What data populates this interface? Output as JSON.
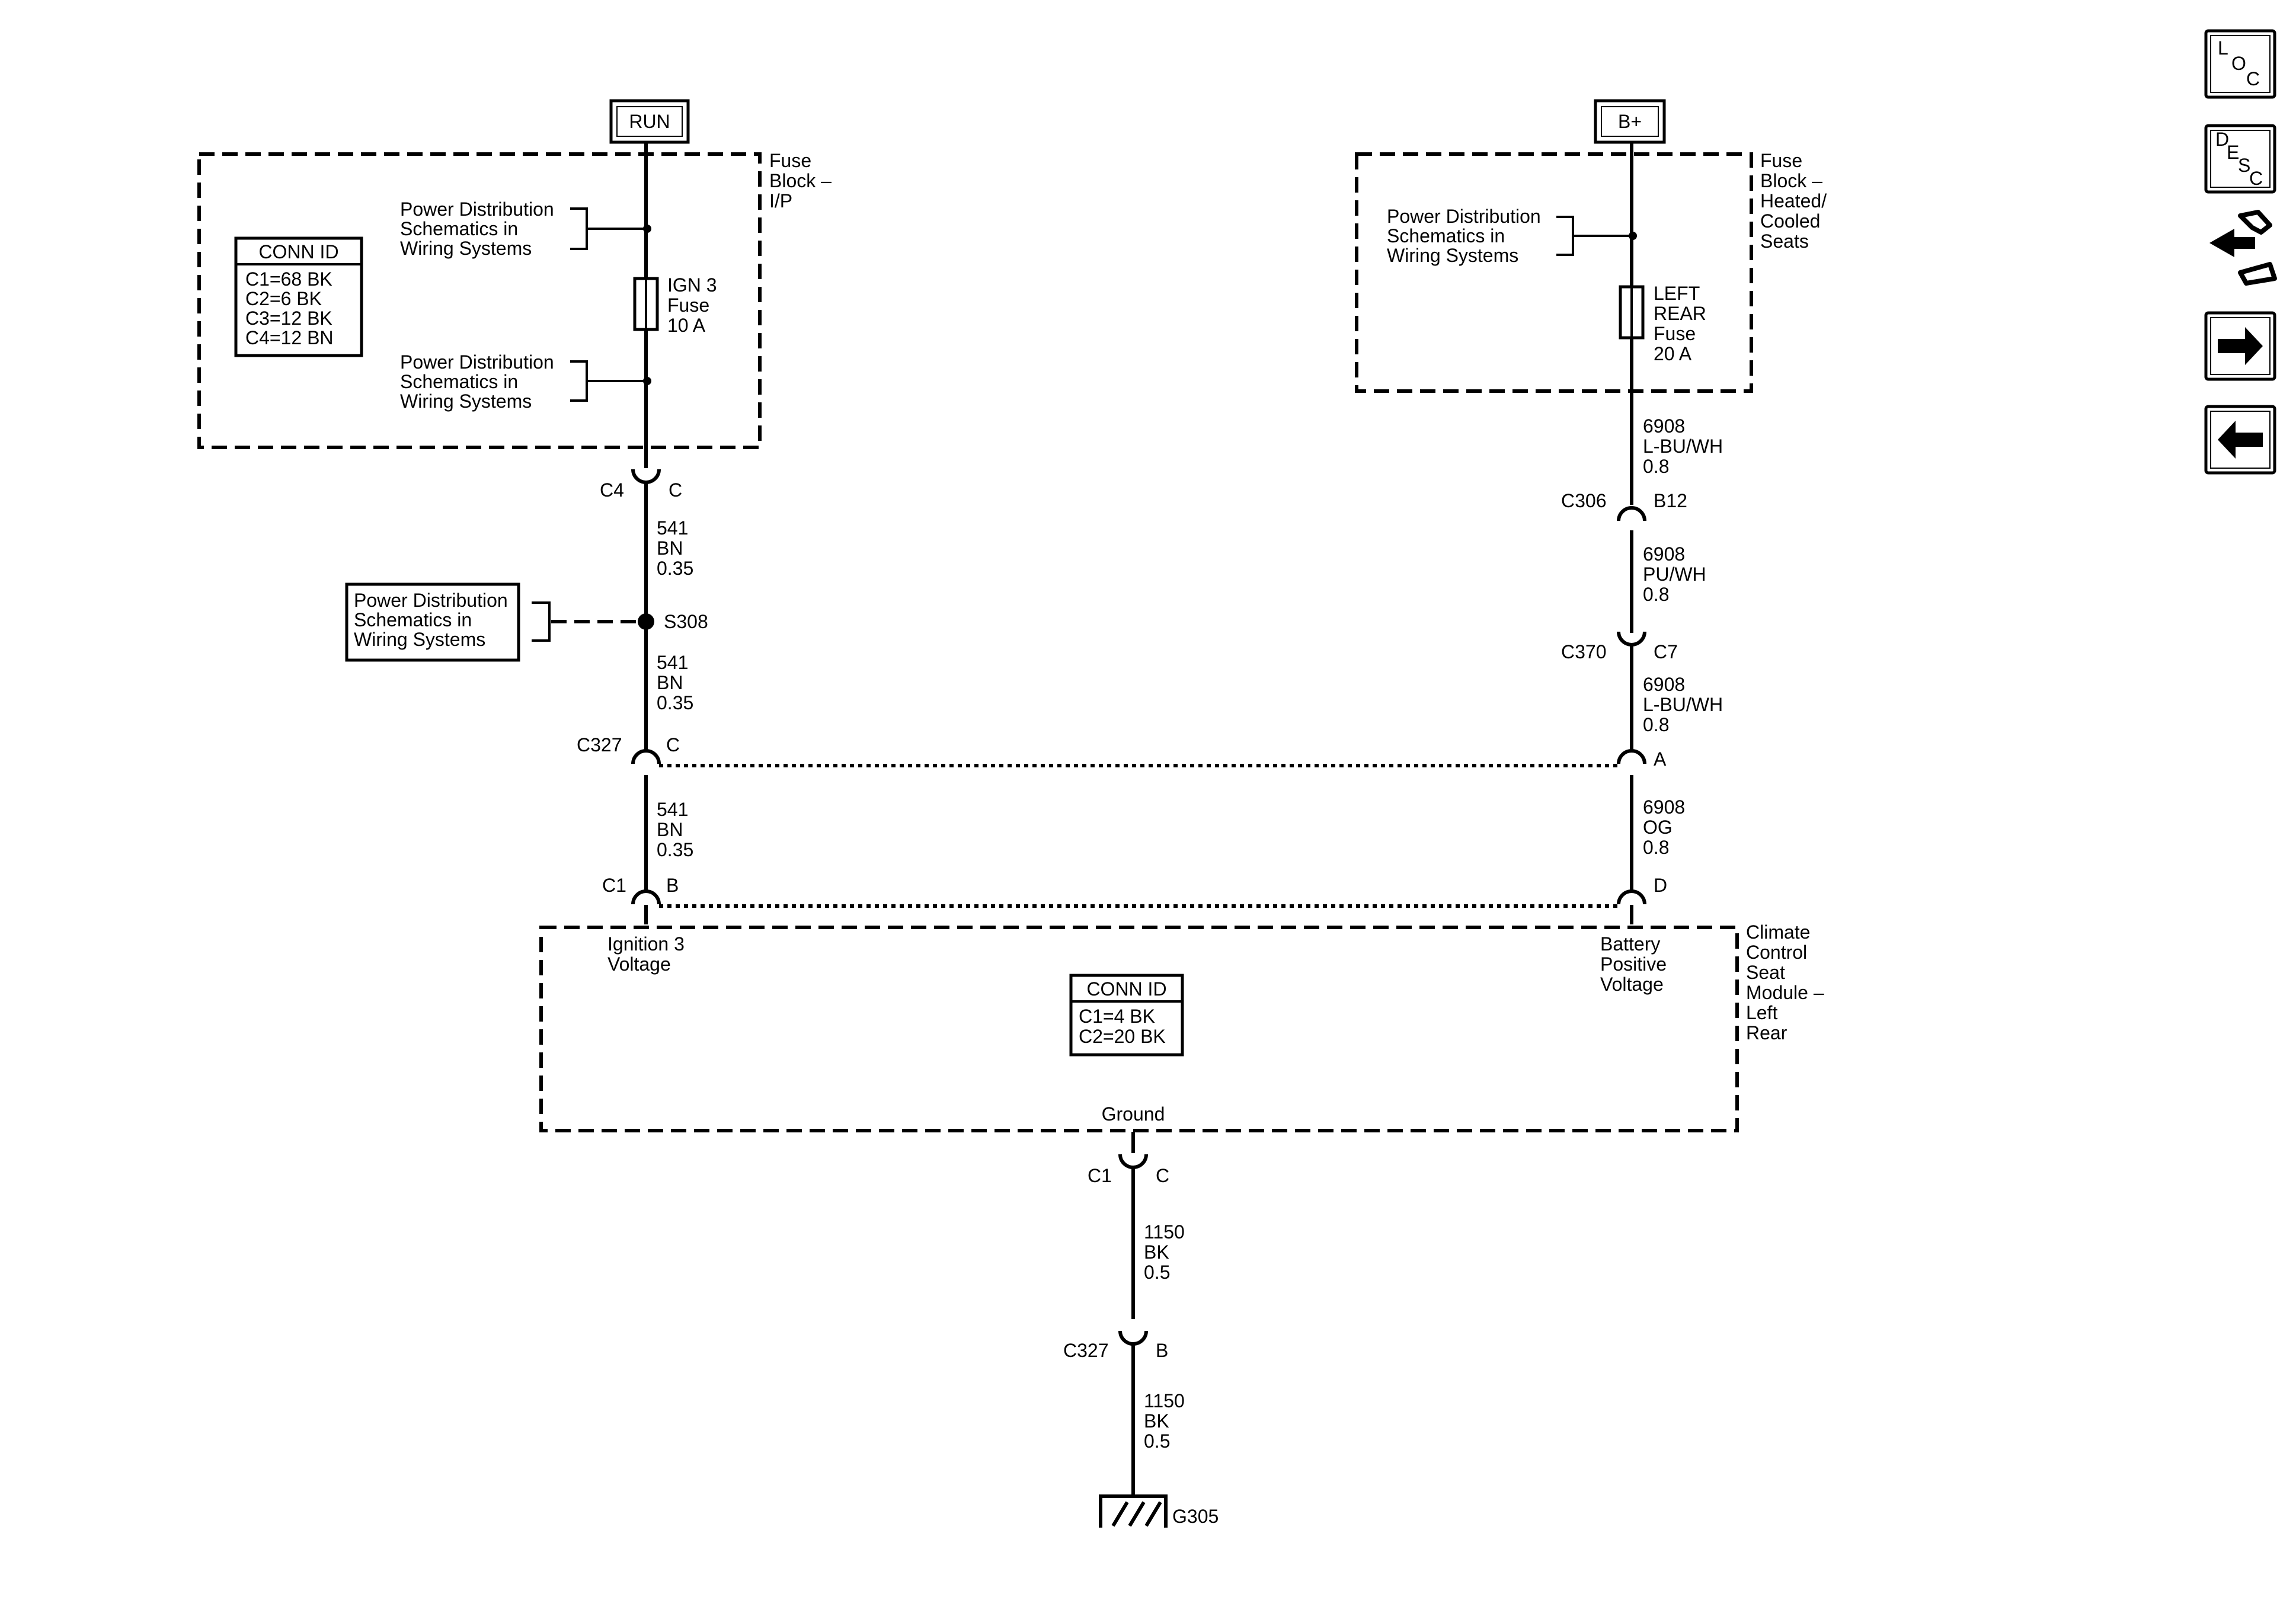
{
  "power_sources": {
    "run": "RUN",
    "bplus": "B+"
  },
  "fuse_block_ip": {
    "title": [
      "Fuse",
      "Block –",
      "I/P"
    ],
    "conn_id": {
      "header": "CONN ID",
      "rows": [
        "C1=68 BK",
        "C2=6 BK",
        "C3=12 BK",
        "C4=12 BN"
      ]
    },
    "ref_top": [
      "Power Distribution",
      "Schematics in",
      "Wiring Systems"
    ],
    "ref_bottom": [
      "Power Distribution",
      "Schematics in",
      "Wiring Systems"
    ],
    "fuse": [
      "IGN 3",
      "Fuse",
      "10 A"
    ]
  },
  "fuse_block_seats": {
    "title": [
      "Fuse",
      "Block –",
      "Heated/",
      "Cooled",
      "Seats"
    ],
    "ref": [
      "Power Distribution",
      "Schematics in",
      "Wiring Systems"
    ],
    "fuse": [
      "LEFT",
      "REAR",
      "Fuse",
      "20 A"
    ]
  },
  "left_circuit": {
    "c4_conn": "C4",
    "c4_pin": "C",
    "wire1": [
      "541",
      "BN",
      "0.35"
    ],
    "splice_ref": [
      "Power Distribution",
      "Schematics in",
      "Wiring Systems"
    ],
    "splice": "S308",
    "wire2": [
      "541",
      "BN",
      "0.35"
    ],
    "c327_conn": "C327",
    "c327_pin": "C",
    "wire3": [
      "541",
      "BN",
      "0.35"
    ],
    "c1_conn": "C1",
    "c1_pin": "B"
  },
  "right_circuit": {
    "wire1": [
      "6908",
      "L-BU/WH",
      "0.8"
    ],
    "c306_conn": "C306",
    "c306_pin": "B12",
    "wire2": [
      "6908",
      "PU/WH",
      "0.8"
    ],
    "c370_conn": "C370",
    "c370_pin": "C7",
    "wire3": [
      "6908",
      "L-BU/WH",
      "0.8"
    ],
    "c327_pin": "A",
    "wire4": [
      "6908",
      "OG",
      "0.8"
    ],
    "c1_pin": "D"
  },
  "module": {
    "title": [
      "Climate",
      "Control",
      "Seat",
      "Module –",
      "Left",
      "Rear"
    ],
    "ignition_label": [
      "Ignition 3",
      "Voltage"
    ],
    "battery_label": [
      "Battery",
      "Positive",
      "Voltage"
    ],
    "conn_id": {
      "header": "CONN ID",
      "rows": [
        "C1=4 BK",
        "C2=20 BK"
      ]
    },
    "ground_label": "Ground"
  },
  "ground_circuit": {
    "c1_conn": "C1",
    "c1_pin": "C",
    "wire1": [
      "1150",
      "BK",
      "0.5"
    ],
    "c327_conn": "C327",
    "c327_pin": "B",
    "wire2": [
      "1150",
      "BK",
      "0.5"
    ],
    "ground": "G305"
  },
  "nav": {
    "loc": [
      "L",
      "O",
      "C"
    ],
    "desc": [
      "D",
      "E",
      "S",
      "C"
    ],
    "icons": [
      "loc-icon",
      "desc-icon",
      "connector-views-icon",
      "next-arrow-icon",
      "previous-arrow-icon"
    ]
  }
}
